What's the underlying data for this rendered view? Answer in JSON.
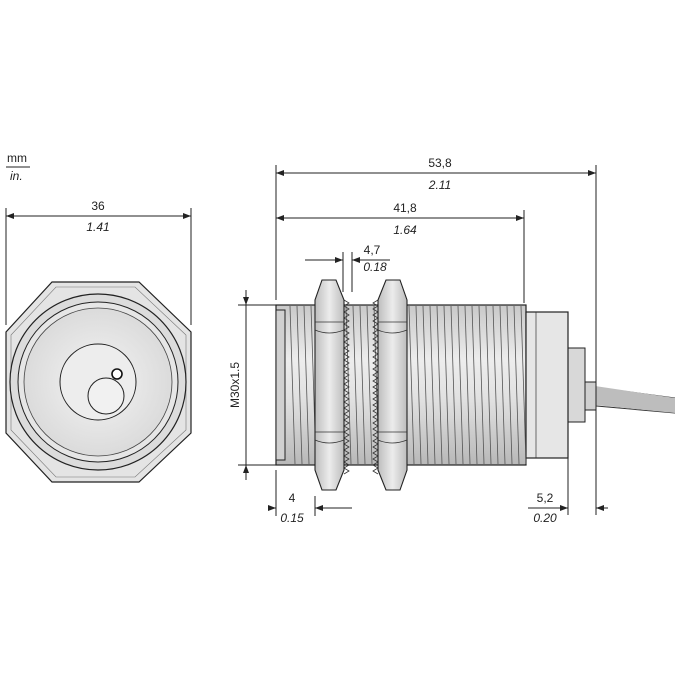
{
  "units": {
    "metric": "mm",
    "imperial": "in."
  },
  "front_view": {
    "width": {
      "mm": "36",
      "in": "1.41"
    }
  },
  "side_view": {
    "overall_length": {
      "mm": "53,8",
      "in": "2.11"
    },
    "threaded_length": {
      "mm": "41,8",
      "in": "1.64"
    },
    "nut_width": {
      "mm": "4,7",
      "in": "0.18"
    },
    "thread_spec": "M30x1.5",
    "front_offset": {
      "mm": "4",
      "in": "0.15"
    },
    "rear_offset": {
      "mm": "5,2",
      "in": "0.20"
    }
  },
  "colors": {
    "line": "#222222",
    "body_fill": "#e2e2e2",
    "body_shade": "#c8c8c8",
    "nut_fill": "#d4d4d4",
    "cable": "#444444"
  }
}
